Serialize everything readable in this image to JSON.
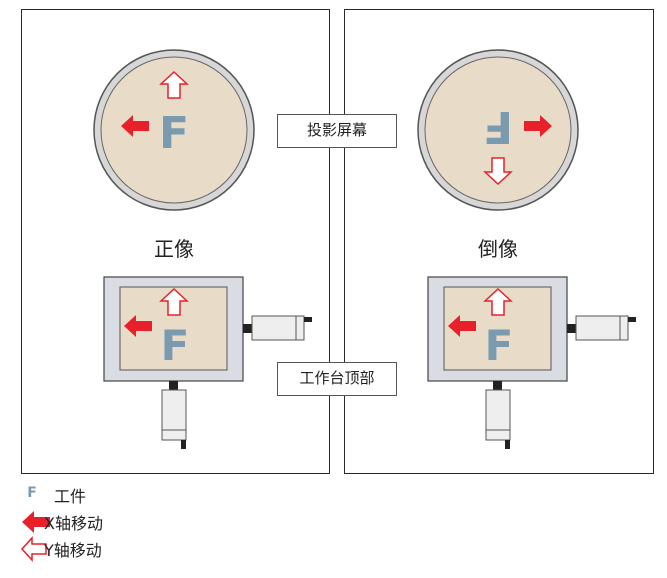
{
  "diagram": {
    "left_panel": {
      "title": "正像"
    },
    "right_panel": {
      "title": "倒像"
    },
    "callouts": {
      "screen": "投影屏幕",
      "stage_top": "工作台顶部"
    },
    "workpiece_glyph": "F",
    "legend": [
      {
        "icon": "workpiece-F-icon",
        "label": "工件"
      },
      {
        "icon": "filled-red-arrow-icon",
        "label": "X轴移动"
      },
      {
        "icon": "outline-red-arrow-icon",
        "label": "Y轴移动"
      }
    ],
    "colors": {
      "screen_fill": "#e8dcc8",
      "screen_ring": "#b9b9b9",
      "stage_frame": "#d9dde3",
      "workpiece": "#7a9ab0",
      "x_arrow": "#e8202a",
      "y_arrow_outline": "#e8202a"
    }
  }
}
